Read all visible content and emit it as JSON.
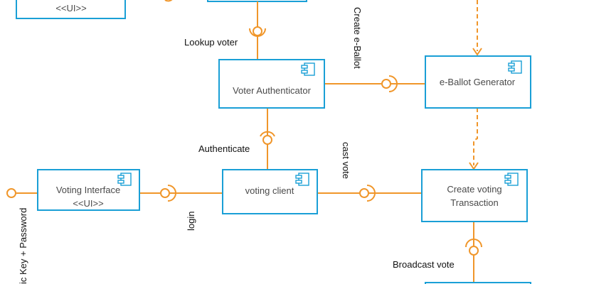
{
  "components": {
    "top_left_stereotype": "<<UI>>",
    "voter_authenticator": "Voter Authenticator",
    "eballot_generator": "e-Ballot Generator",
    "voting_interface": {
      "line1": "Voting Interface",
      "line2": "<<UI>>"
    },
    "voting_client": "voting client",
    "create_voting_transaction": {
      "line1": "Create voting",
      "line2": "Transaction"
    }
  },
  "connectors": {
    "lookup_voter": "Lookup voter",
    "create_eballot": "Create e-Ballot",
    "authenticate": "Authenticate",
    "cast_vote": "cast vote",
    "login": "login",
    "public_key_password": "ic Key + Password",
    "broadcast_vote": "Broadcast vote"
  },
  "colors": {
    "component_border": "#1a9fd6",
    "connector": "#f0962a",
    "text": "#111111"
  },
  "icons": {
    "component": "uml-component-icon",
    "provided_interface": "lollipop-interface-icon",
    "required_interface": "socket-interface-icon"
  }
}
